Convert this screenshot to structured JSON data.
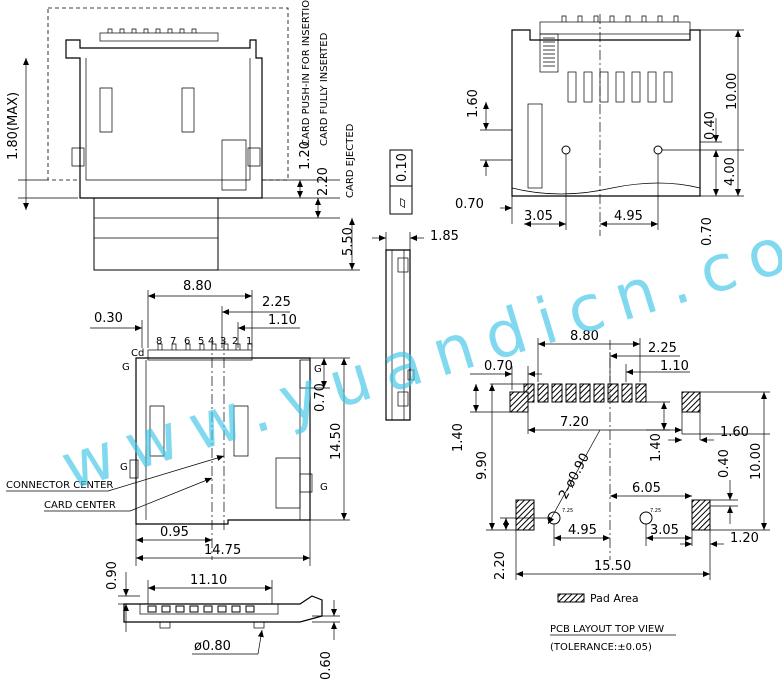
{
  "side_view": {
    "dim_max_height": "1.80(MAX)",
    "dim_push_in": "1.20",
    "label_push_in": "CARD PUSH-IN FOR INSERTION",
    "dim_fully_inserted": "2.20",
    "label_fully_inserted": "CARD FULLY INSERTED",
    "dim_ejected": "5.50",
    "label_ejected": "CARD EJECTED"
  },
  "flatness": {
    "symbol": "▱",
    "value": "0.10"
  },
  "edge_view": {
    "dim_thickness": "1.85"
  },
  "top_right_view": {
    "dim_1_60": "1.60",
    "dim_10_00": "10.00",
    "dim_0_40": "0.40",
    "dim_4_00": "4.00",
    "dim_0_70_left": "0.70",
    "dim_3_05": "3.05",
    "dim_4_95": "4.95",
    "dim_0_70_bottom": "0.70"
  },
  "main_view": {
    "dim_8_80": "8.80",
    "dim_2_25": "2.25",
    "dim_0_30": "0.30",
    "dim_1_10": "1.10",
    "pin_labels": [
      "Cd",
      "8",
      "7",
      "6",
      "5",
      "4",
      "3",
      "2",
      "1"
    ],
    "label_g": "G",
    "dim_0_70": "0.70",
    "dim_14_50": "14.50",
    "label_connector_center": "CONNECTOR CENTER",
    "label_card_center": "CARD CENTER",
    "dim_0_95": "0.95",
    "dim_14_75": "14.75"
  },
  "bottom_view": {
    "dim_0_90": "0.90",
    "dim_11_10": "11.10",
    "dim_hole": "ø0.80",
    "dim_0_60": "0.60"
  },
  "pcb_layout": {
    "dim_8_80": "8.80",
    "dim_2_25": "2.25",
    "dim_0_70": "0.70",
    "dim_1_10": "1.10",
    "dim_7_20": "7.20",
    "dim_1_40_left": "1.40",
    "dim_1_40_mid": "1.40",
    "dim_1_60": "1.60",
    "dim_9_90": "9.90",
    "dim_10_00": "10.00",
    "dim_holes": "2-ø0.90",
    "dim_0_40": "0.40",
    "dim_6_05": "6.05",
    "dim_hole_small_a": "7.25",
    "dim_hole_small_b": "7.25",
    "dim_4_95": "4.95",
    "dim_3_05": "3.05",
    "dim_1_20": "1.20",
    "dim_2_20": "2.20",
    "dim_15_50": "15.50",
    "legend_pad_area": "Pad Area",
    "title": "PCB LAYOUT TOP VIEW",
    "tolerance": "(TOLERANCE:±0.05)"
  },
  "watermark": "www.yuandicn.com"
}
